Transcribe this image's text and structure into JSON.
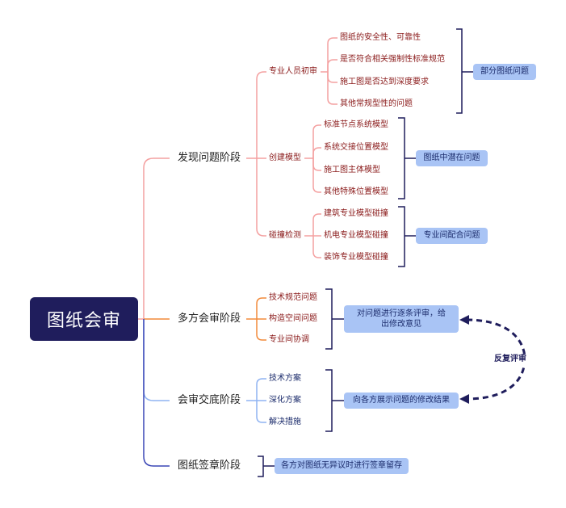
{
  "root": "图纸会审",
  "stages": {
    "s1": "发现问题阶段",
    "s2": "多方会审阶段",
    "s3": "会审交底阶段",
    "s4": "图纸签章阶段"
  },
  "s1_groups": {
    "g1": {
      "label": "专业人员初审",
      "items": [
        "图纸的安全性、可靠性",
        "是否符合相关强制性标准规范",
        "施工图是否达到深度要求",
        "其他常规型性的问题"
      ],
      "result": "部分图纸问题"
    },
    "g2": {
      "label": "创建模型",
      "items": [
        "标准节点系统模型",
        "系统交接位置模型",
        "施工图主体模型",
        "其他特殊位置模型"
      ],
      "result": "图纸中潜在问题"
    },
    "g3": {
      "label": "碰撞检测",
      "items": [
        "建筑专业模型碰撞",
        "机电专业模型碰撞",
        "装饰专业模型碰撞"
      ],
      "result": "专业间配合问题"
    }
  },
  "s2_items": [
    "技术规范问题",
    "构造空间问题",
    "专业间协调"
  ],
  "s2_result": "对问题进行逐条评审，给出修改意见",
  "s3_items": [
    "技术方案",
    "深化方案",
    "解决措施"
  ],
  "s3_result": "向各方展示问题的修改结果",
  "s4_result": "各方对图纸无异议时进行签章留存",
  "loop_label": "反复评审",
  "colors": {
    "root_bg": "#1f1d5c",
    "branch_pink": "#f4a0a0",
    "branch_orange": "#f28a3a",
    "branch_blue": "#8fb3f2",
    "branch_navy": "#3a46b5",
    "result_box": "#a9c4f5",
    "bracket": "#1f1d5c"
  }
}
